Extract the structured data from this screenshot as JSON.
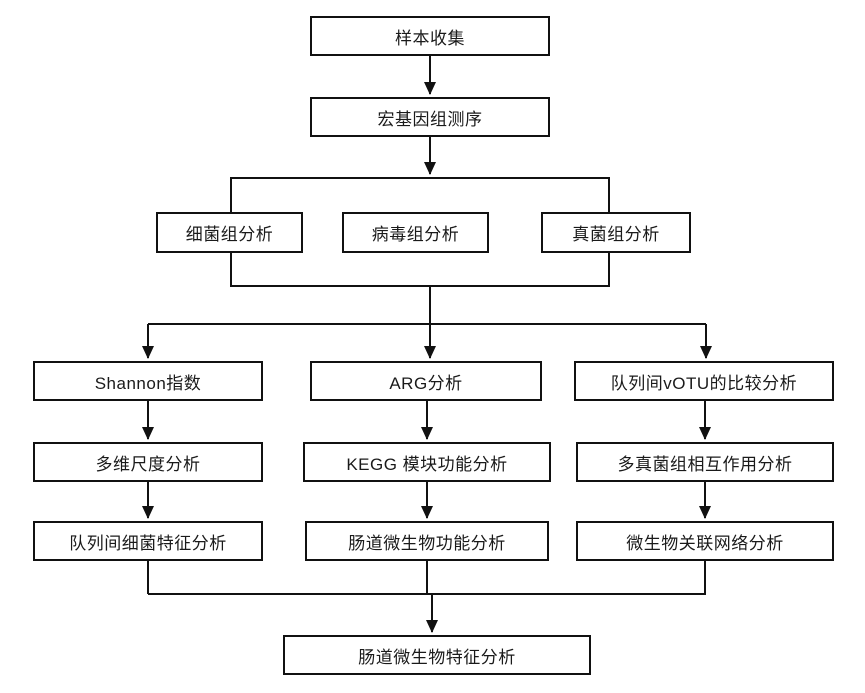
{
  "diagram": {
    "type": "flowchart",
    "colors": {
      "background": "#ffffff",
      "box_fill": "#ffffff",
      "box_border": "#111111",
      "line": "#111111",
      "text": "#1a1a1a"
    },
    "nodes": {
      "sample_collection": {
        "label": "样本收集"
      },
      "metagenomic_sequencing": {
        "label": "宏基因组测序"
      },
      "bacteriome_analysis": {
        "label": "细菌组分析"
      },
      "virome_analysis": {
        "label": "病毒组分析"
      },
      "mycobiome_analysis": {
        "label": "真菌组分析"
      },
      "shannon_index": {
        "label": "Shannon指数"
      },
      "mds_analysis": {
        "label": "多维尺度分析"
      },
      "cohort_bacteria": {
        "label": "队列间细菌特征分析"
      },
      "arg_analysis": {
        "label": "ARG分析"
      },
      "kegg_module": {
        "label": "KEGG 模块功能分析"
      },
      "gut_microbe_function": {
        "label": "肠道微生物功能分析"
      },
      "votu_comparison": {
        "label": "队列间vOTU的比较分析"
      },
      "fungal_interaction": {
        "label": "多真菌组相互作用分析"
      },
      "microbe_network": {
        "label": "微生物关联网络分析"
      },
      "gut_microbe_features": {
        "label": "肠道微生物特征分析"
      }
    },
    "edges": [
      {
        "from": "sample_collection",
        "to": "metagenomic_sequencing"
      },
      {
        "from": "metagenomic_sequencing",
        "to": "omics_group"
      },
      {
        "from": "omics_group",
        "to": "shannon_index"
      },
      {
        "from": "omics_group",
        "to": "arg_analysis"
      },
      {
        "from": "omics_group",
        "to": "votu_comparison"
      },
      {
        "from": "shannon_index",
        "to": "mds_analysis"
      },
      {
        "from": "mds_analysis",
        "to": "cohort_bacteria"
      },
      {
        "from": "arg_analysis",
        "to": "kegg_module"
      },
      {
        "from": "kegg_module",
        "to": "gut_microbe_function"
      },
      {
        "from": "votu_comparison",
        "to": "fungal_interaction"
      },
      {
        "from": "fungal_interaction",
        "to": "microbe_network"
      },
      {
        "from": "cohort_bacteria",
        "to": "gut_microbe_features"
      },
      {
        "from": "gut_microbe_function",
        "to": "gut_microbe_features"
      },
      {
        "from": "microbe_network",
        "to": "gut_microbe_features"
      }
    ]
  }
}
